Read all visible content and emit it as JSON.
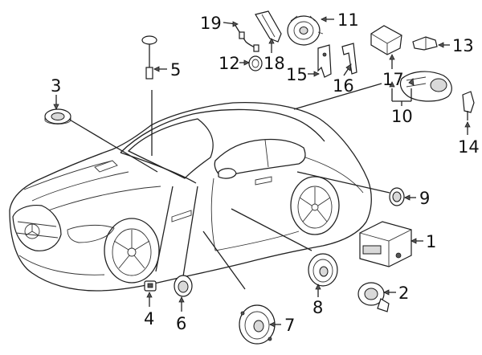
{
  "callouts": [
    {
      "id": "1",
      "label": "1"
    },
    {
      "id": "2",
      "label": "2"
    },
    {
      "id": "3",
      "label": "3"
    },
    {
      "id": "4",
      "label": "4"
    },
    {
      "id": "5",
      "label": "5"
    },
    {
      "id": "6",
      "label": "6"
    },
    {
      "id": "7",
      "label": "7"
    },
    {
      "id": "8",
      "label": "8"
    },
    {
      "id": "9",
      "label": "9"
    },
    {
      "id": "10",
      "label": "10"
    },
    {
      "id": "11",
      "label": "11"
    },
    {
      "id": "12",
      "label": "12"
    },
    {
      "id": "13",
      "label": "13"
    },
    {
      "id": "14",
      "label": "14"
    },
    {
      "id": "15",
      "label": "15"
    },
    {
      "id": "16",
      "label": "16"
    },
    {
      "id": "17",
      "label": "17"
    },
    {
      "id": "18",
      "label": "18"
    },
    {
      "id": "19",
      "label": "19"
    }
  ],
  "colors": {
    "line": "#222222",
    "background": "#ffffff"
  }
}
